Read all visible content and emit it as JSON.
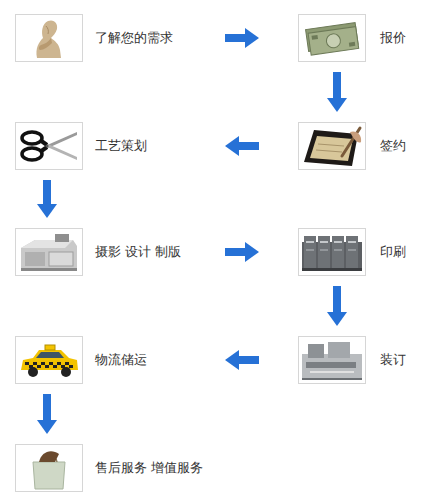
{
  "diagram": {
    "nodes": [
      {
        "text": [
          "了解您的需求"
        ]
      },
      {
        "text": [
          "报价"
        ]
      },
      {
        "text": [
          "签约"
        ]
      },
      {
        "text": [
          "工艺策划"
        ]
      },
      {
        "text": [
          "摄影 设计 制版"
        ]
      },
      {
        "text": [
          "印刷"
        ]
      },
      {
        "text": [
          "装订"
        ]
      },
      {
        "text": [
          "物流储运"
        ]
      },
      {
        "text": [
          "售后服务 增值服务"
        ]
      }
    ],
    "edges": [
      {
        "from": 0,
        "to": 1,
        "arrow": "to"
      },
      {
        "from": 1,
        "to": 2,
        "arrow": "to"
      },
      {
        "from": 2,
        "to": 3,
        "arrow": "to"
      },
      {
        "from": 3,
        "to": 4,
        "arrow": "to"
      },
      {
        "from": 4,
        "to": 5,
        "arrow": "to"
      },
      {
        "from": 5,
        "to": 6,
        "arrow": "to"
      },
      {
        "from": 6,
        "to": 7,
        "arrow": "to"
      },
      {
        "from": 7,
        "to": 8,
        "arrow": "to"
      }
    ]
  }
}
